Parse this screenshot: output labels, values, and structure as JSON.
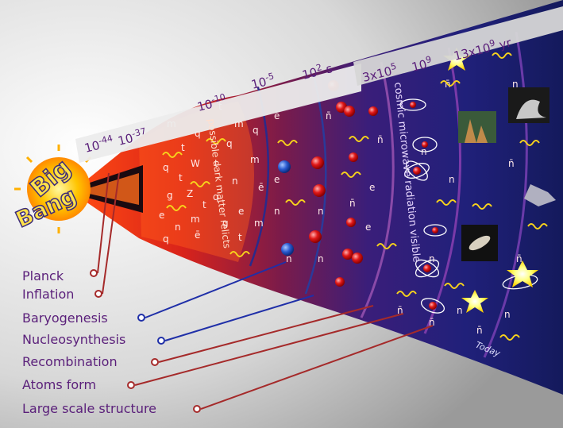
{
  "logo": {
    "big": "Big",
    "bang": "Bang"
  },
  "timeline": {
    "ticks": [
      "10-44",
      "10-37",
      "10-10",
      "10-5",
      "102 s",
      "3x105",
      "109",
      "13x109 yr"
    ]
  },
  "labels": {
    "dark_matter": "possible dark matter relicts",
    "cmb": "cosmic microwave radiation visible",
    "today": "Today"
  },
  "epochs": [
    {
      "name": "Planck",
      "color": "#a52a2a"
    },
    {
      "name": "Inflation",
      "color": "#a52a2a"
    },
    {
      "name": "Baryogenesis",
      "color": "#1f2fa8"
    },
    {
      "name": "Nucleosynthesis",
      "color": "#1f2fa8"
    },
    {
      "name": "Recombination",
      "color": "#a52a2a"
    },
    {
      "name": "Atoms form",
      "color": "#a52a2a"
    },
    {
      "name": "Large scale structure",
      "color": "#a52a2a"
    }
  ],
  "particle_symbols": [
    "t",
    "q",
    "q̄",
    "m",
    "m̄",
    "W",
    "Z",
    "t̄",
    "g",
    "e",
    "ē",
    "n",
    "n̄",
    "q̄"
  ],
  "colors": {
    "label_text": "#5a1f7a",
    "link_red": "#a52a2a",
    "link_blue": "#1f2fa8"
  }
}
